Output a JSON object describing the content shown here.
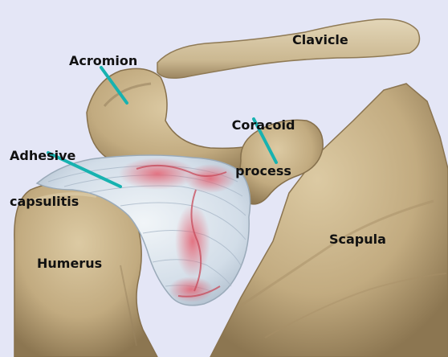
{
  "labels": {
    "clavicle": "Clavicle",
    "acromion": "Acromion",
    "coracoid_line1": "Coracoid",
    "coracoid_line2": "process",
    "adhesive_line1": "Adhesive",
    "adhesive_line2": "capsulitis",
    "humerus": "Humerus",
    "scapula": "Scapula"
  },
  "colors": {
    "background": "#e4e6f6",
    "bone": "#c9b48c",
    "bone_shadow": "#8f7a55",
    "capsule": "#dfe7ef",
    "inflammation": "#d9707a",
    "pointer": "#17b2b0"
  }
}
